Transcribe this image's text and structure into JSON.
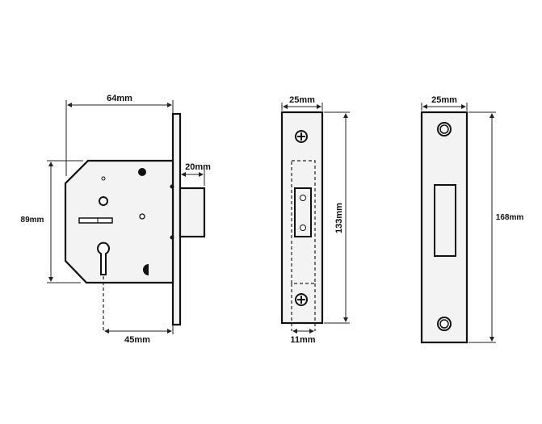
{
  "lock_body": {
    "width_label": "64mm",
    "height_label": "89mm",
    "bolt_throw_label": "20mm",
    "backset_label": "45mm"
  },
  "faceplate": {
    "width_label": "25mm",
    "height_label": "133mm",
    "bolt_width_label": "11mm"
  },
  "strike_plate": {
    "width_label": "25mm",
    "height_label": "168mm"
  },
  "colors": {
    "line": "#111111",
    "fill": "#f3f3f3",
    "background": "#ffffff"
  }
}
